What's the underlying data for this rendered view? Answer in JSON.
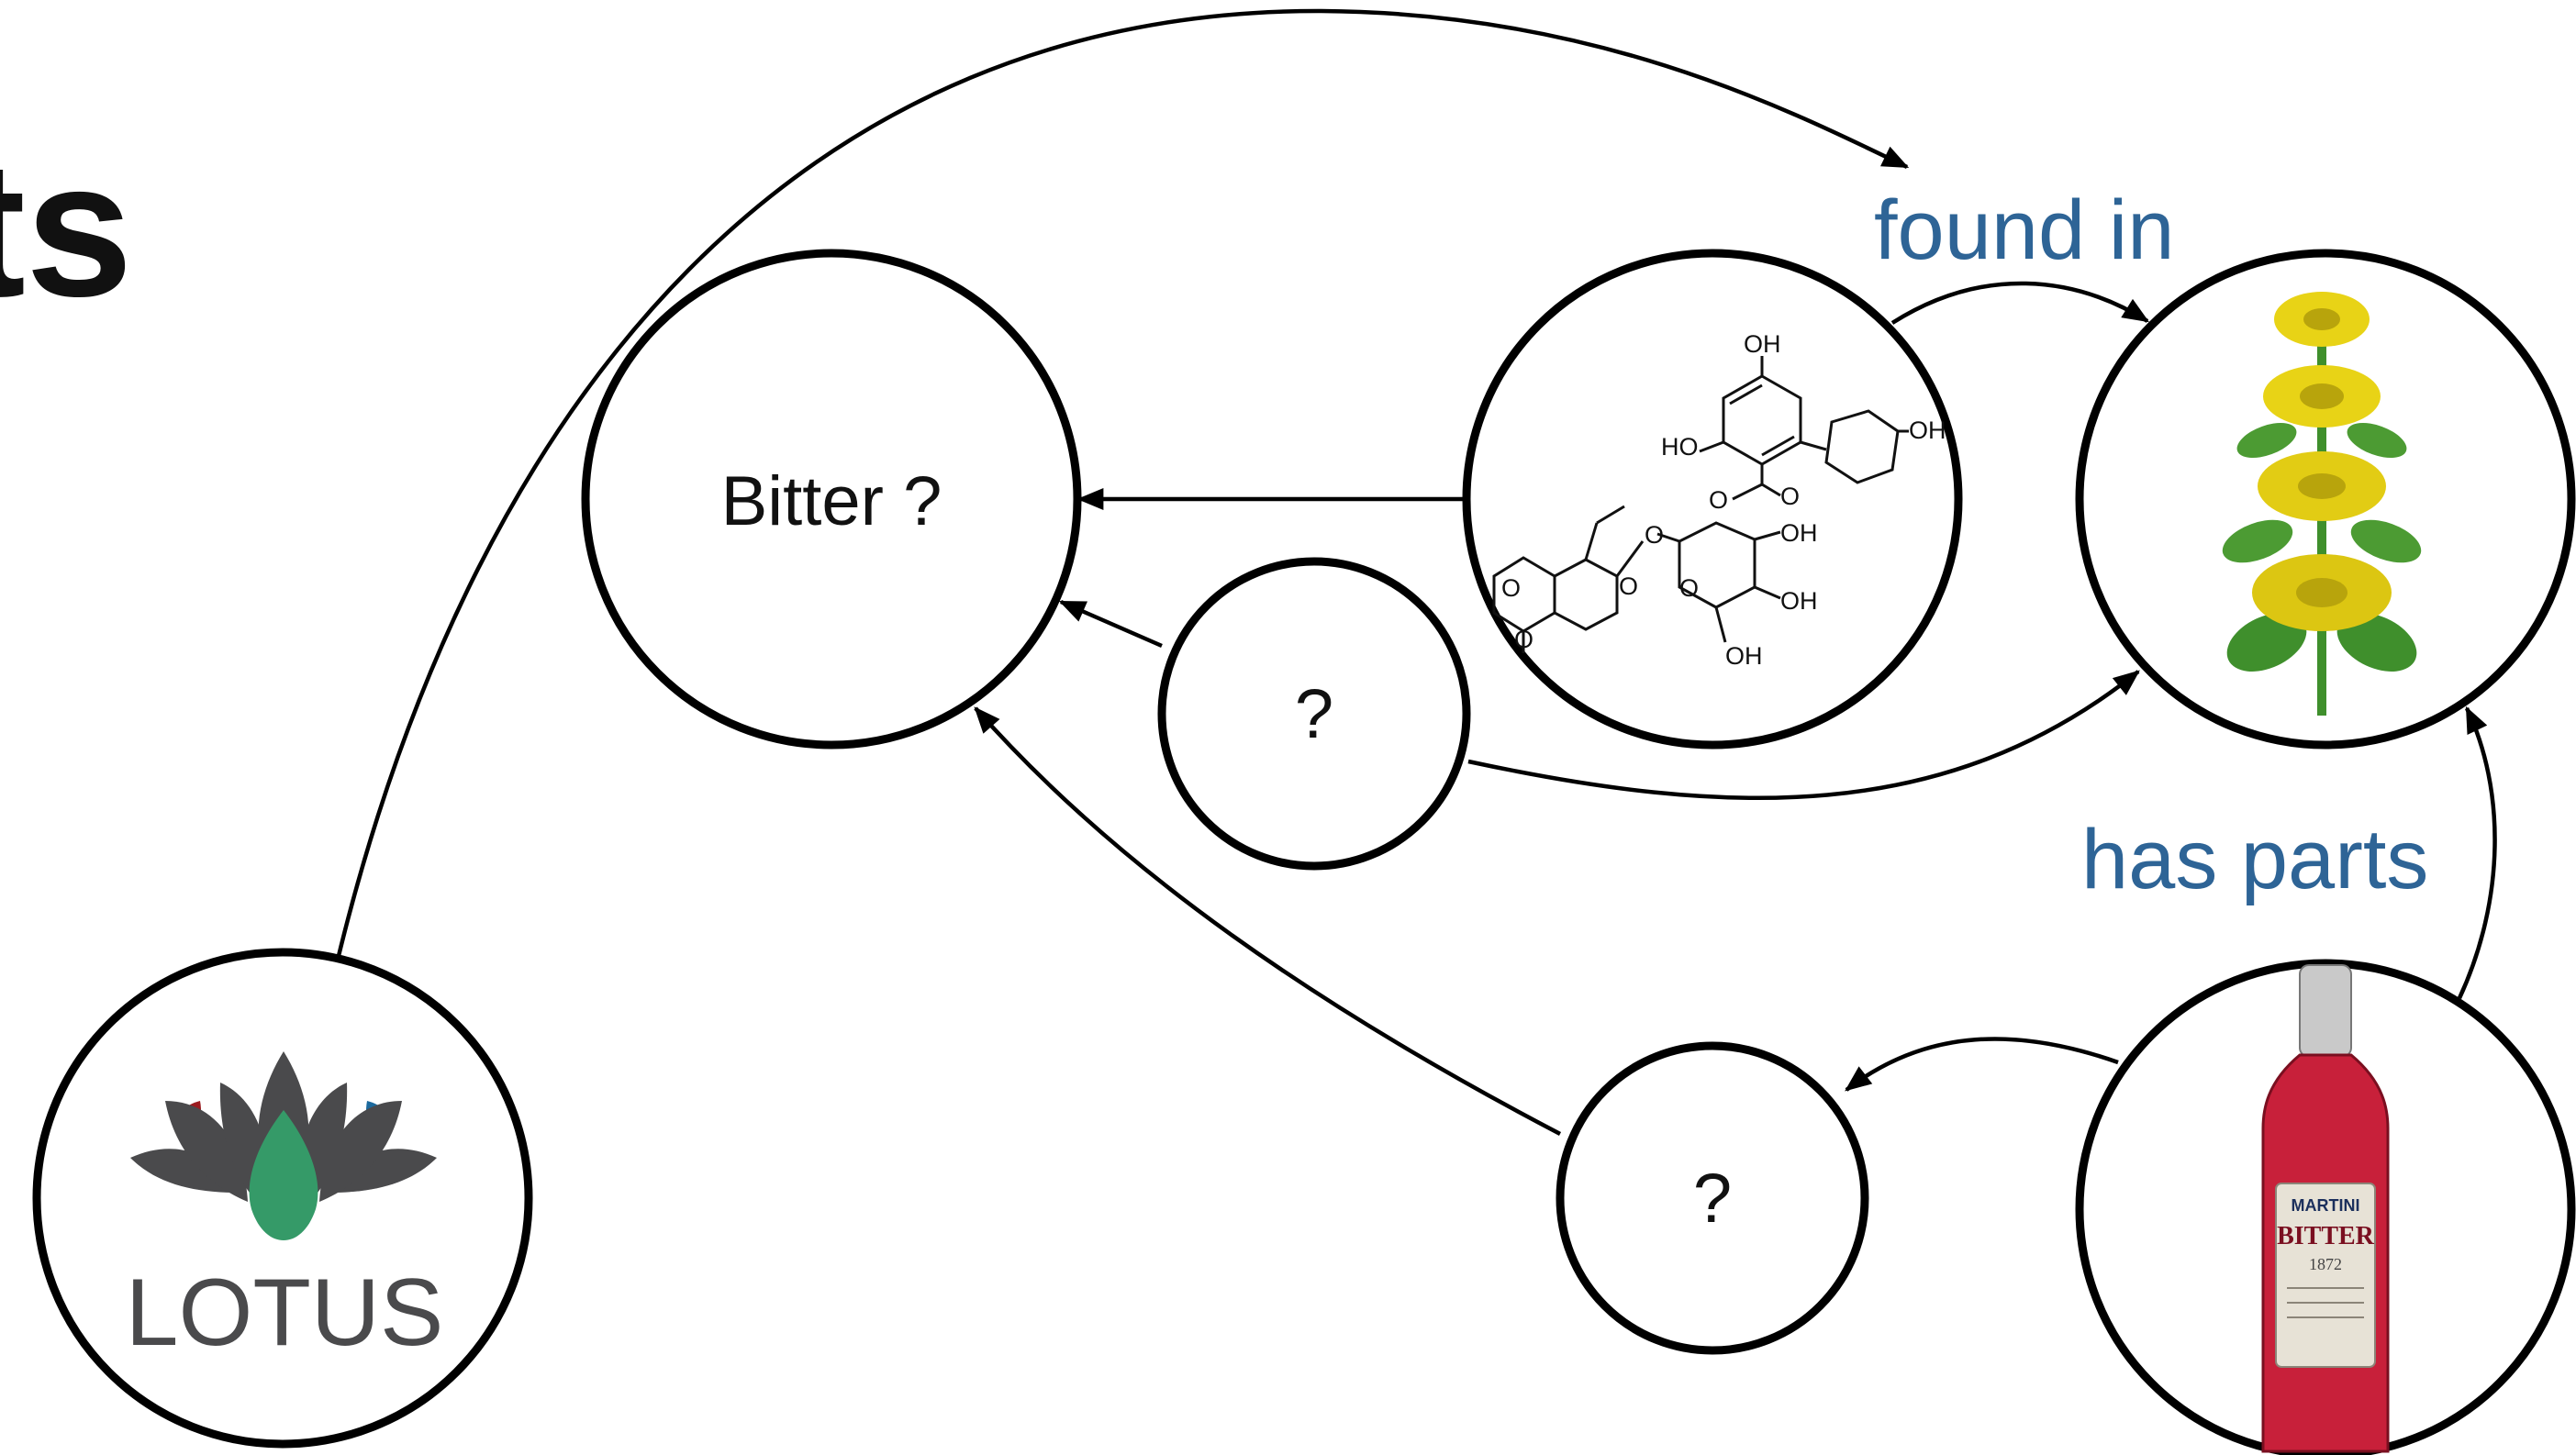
{
  "title_fragment": "ts",
  "nodes": {
    "bitter": "Bitter ?",
    "unknown_upper": "?",
    "unknown_lower": "?",
    "lotus_logo_text": "LOTUS",
    "compound_labels": {
      "oh_top": "OH",
      "ho_left": "HO",
      "oh_right": "OH",
      "o_ester": "O",
      "o_carbonyl": "O",
      "o_glyco": "O",
      "o_ring": "O",
      "o_sugar": "O",
      "oh_sugar1": "OH",
      "oh_sugar2": "OH",
      "oh_sugar3": "OH",
      "o_lactone1": "O",
      "o_lactone2": "O"
    },
    "bottle_label_brand": "MARTINI",
    "bottle_label_name": "BITTER",
    "bottle_label_year": "1872"
  },
  "edges": {
    "found_in": "found in",
    "has_parts": "has parts"
  },
  "colors": {
    "edge_label": "#2e6496",
    "lotus_green": "#359a68",
    "lotus_gray": "#4a4a4c",
    "lotus_red": "#9b1b1f",
    "lotus_blue": "#1c6a9e",
    "flower_yellow": "#e8d316",
    "leaf_green": "#3f8f2c",
    "bottle_red": "#c8203a"
  }
}
